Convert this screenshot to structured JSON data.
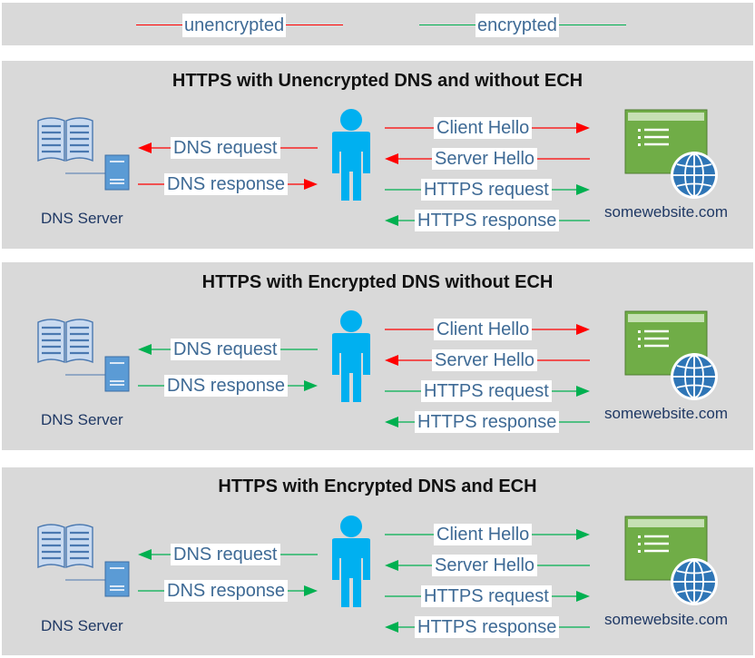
{
  "legend": {
    "unencrypted": "unencrypted",
    "encrypted": "encrypted"
  },
  "colors": {
    "unencrypted": "#ff0000",
    "encrypted": "#00b050",
    "panel": "#d9d9d9",
    "person": "#00b0f0",
    "server": "#5b9bd5",
    "website": "#70ad47"
  },
  "sections": [
    {
      "title": "HTTPS with Unencrypted DNS and without ECH",
      "dns_server": "DNS Server",
      "website": "somewebsite.com",
      "flows": [
        {
          "label": "DNS request",
          "state": "unencrypted"
        },
        {
          "label": "DNS response",
          "state": "unencrypted"
        },
        {
          "label": "Client Hello",
          "state": "unencrypted"
        },
        {
          "label": "Server Hello",
          "state": "unencrypted"
        },
        {
          "label": "HTTPS request",
          "state": "encrypted"
        },
        {
          "label": "HTTPS response",
          "state": "encrypted"
        }
      ]
    },
    {
      "title": "HTTPS with Encrypted DNS without ECH",
      "dns_server": "DNS Server",
      "website": "somewebsite.com",
      "flows": [
        {
          "label": "DNS request",
          "state": "encrypted"
        },
        {
          "label": "DNS response",
          "state": "encrypted"
        },
        {
          "label": "Client Hello",
          "state": "unencrypted"
        },
        {
          "label": "Server Hello",
          "state": "unencrypted"
        },
        {
          "label": "HTTPS request",
          "state": "encrypted"
        },
        {
          "label": "HTTPS response",
          "state": "encrypted"
        }
      ]
    },
    {
      "title": "HTTPS with Encrypted DNS and ECH",
      "dns_server": "DNS Server",
      "website": "somewebsite.com",
      "flows": [
        {
          "label": "DNS request",
          "state": "encrypted"
        },
        {
          "label": "DNS response",
          "state": "encrypted"
        },
        {
          "label": "Client Hello",
          "state": "encrypted"
        },
        {
          "label": "Server Hello",
          "state": "encrypted"
        },
        {
          "label": "HTTPS request",
          "state": "encrypted"
        },
        {
          "label": "HTTPS response",
          "state": "encrypted"
        }
      ]
    }
  ]
}
